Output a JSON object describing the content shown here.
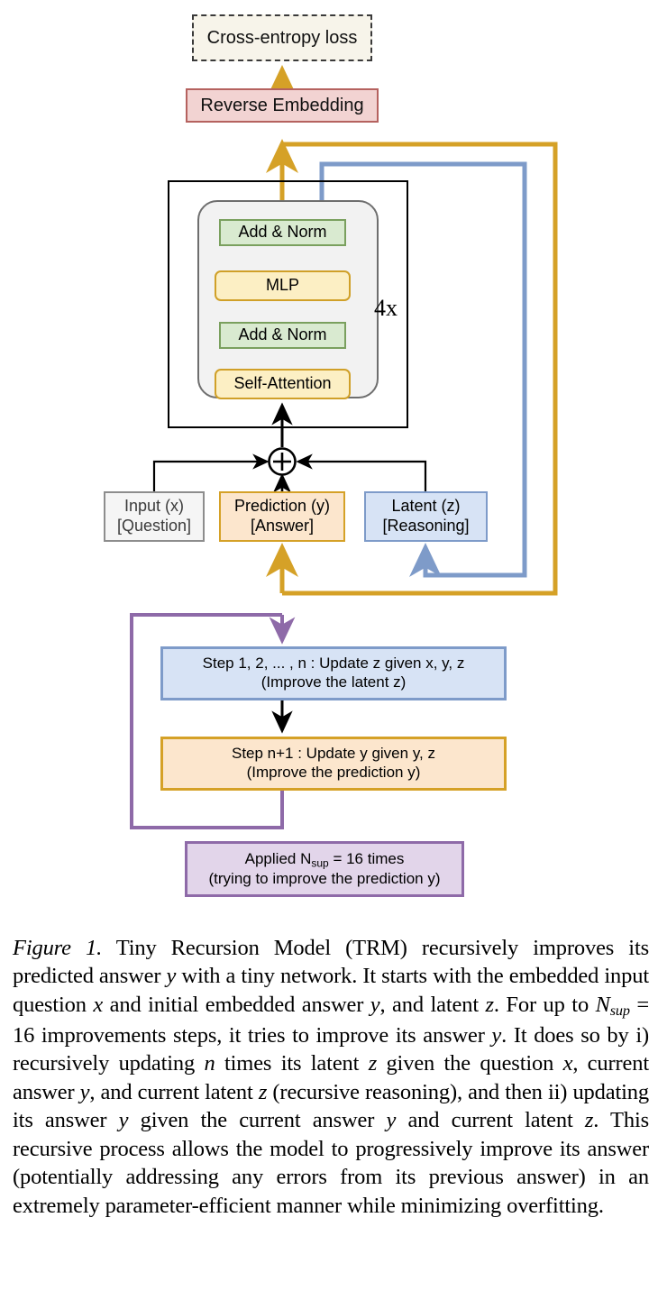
{
  "figure": {
    "title_boxes": {
      "cross_entropy_loss": "Cross-entropy loss",
      "reverse_embedding": "Reverse Embedding"
    },
    "transformer_block": {
      "repeat_label": "4x",
      "layers": [
        {
          "name": "add-norm-2",
          "label": "Add & Norm"
        },
        {
          "name": "mlp",
          "label": "MLP"
        },
        {
          "name": "add-norm-1",
          "label": "Add & Norm"
        },
        {
          "name": "self-attention",
          "label": "Self-Attention"
        }
      ]
    },
    "operator": {
      "name": "sum-operator",
      "symbol": "+"
    },
    "io_boxes": [
      {
        "name": "input-box",
        "line1": "Input (x)",
        "line2": "[Question]"
      },
      {
        "name": "prediction-box",
        "line1": "Prediction (y)",
        "line2": "[Answer]"
      },
      {
        "name": "latent-box",
        "line1": "Latent (z)",
        "line2": "[Reasoning]"
      }
    ],
    "steps": [
      {
        "name": "step-1-n",
        "line1": "Step 1, 2, ... , n : Update z given x, y, z",
        "line2": "(Improve the latent z)"
      },
      {
        "name": "step-n-1",
        "line1": "Step n+1 : Update y given y, z",
        "line2": "(Improve the prediction y)"
      }
    ],
    "applied": {
      "prefix": "Applied N",
      "sub": "sup",
      "suffix": " = 16 times",
      "line2": "(trying to improve the prediction y)"
    },
    "colors": {
      "gold": "#d5a127",
      "blue": "#7e9bc9",
      "purple": "#8e6aa8",
      "black": "#000000",
      "green_fill": "#d9ead0",
      "green_border": "#7aa05e",
      "yellow_fill": "#fcefc4",
      "orange_fill": "#fce6cd",
      "blue_fill": "#d7e3f5",
      "purple_fill": "#e2d5ea",
      "red_fill": "#f2d3d2",
      "red_border": "#b5625f",
      "gray_fill": "#f5f5f5",
      "cream_fill": "#f7f4ea"
    }
  },
  "caption": {
    "label": "Figure 1.",
    "nsup_symbol": "N",
    "nsup_sub": "sup",
    "nsup_value": "16",
    "text_parts": {
      "p1": " Tiny Recursion Model (TRM) recursively improves its predicted answer ",
      "v_y1": "y",
      "p2": " with a tiny network. It starts with the embedded input question ",
      "v_x1": "x",
      "p3": " and initial embedded answer ",
      "v_y2": "y",
      "p4": ", and latent ",
      "v_z1": "z",
      "p5": ". For up to ",
      "p6": " = 16 improvements steps, it tries to improve its answer ",
      "v_y3": "y",
      "p7": ". It does so by i) recursively updating ",
      "v_n": "n",
      "p8": " times its latent ",
      "v_z2": "z",
      "p9": " given the question ",
      "v_x2": "x",
      "p10": ", current answer ",
      "v_y4": "y",
      "p11": ", and current latent ",
      "v_z3": "z",
      "p12": " (recursive reasoning), and then ii) updating its answer ",
      "v_y5": "y",
      "p13": " given the current answer ",
      "v_y6": "y",
      "p14": " and current latent ",
      "v_z4": "z",
      "p15": ". This recursive process allows the model to progressively improve its answer (potentially addressing any errors from its previous answer) in an extremely parameter-efficient manner while minimizing overfitting."
    }
  }
}
